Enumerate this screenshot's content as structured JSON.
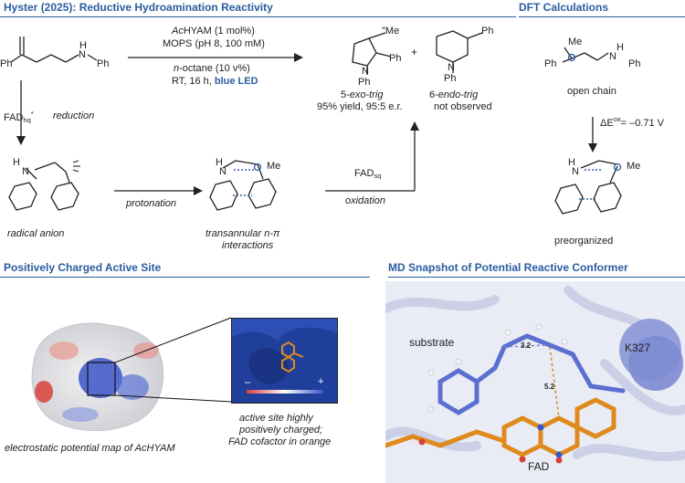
{
  "sections": {
    "hyster_title": "Hyster (2025): Reductive Hydroamination Reactivity",
    "dft_title": "DFT Calculations",
    "active_site_title": "Positively Charged Active Site",
    "md_title": "MD Snapshot of Potential Reactive Conformer"
  },
  "reaction": {
    "cond_line1_italic": "Ac",
    "cond_line1_rest": "HYAM (1 mol%)",
    "cond_line2": "MOPS (pH 8, 100 mM)",
    "cond_line3_italic": "n",
    "cond_line3_rest": "-octane (10 v%)",
    "cond_line4_plain": "RT, 16 h, ",
    "cond_line4_blue": "blue LED",
    "plus": "+",
    "product1_name_num": "5-",
    "product1_name_it": "exo-trig",
    "product1_yield": "95% yield, 95:5 e.r.",
    "product2_name_num": "6-",
    "product2_name_it": "endo-trig",
    "product2_status": "not observed"
  },
  "atoms": {
    "ph": "Ph",
    "n": "N",
    "h": "H",
    "me": "Me",
    "me_star": "\"Me"
  },
  "mechanism": {
    "fad_hq_main": "FAD",
    "fad_hq_sub": "hq",
    "fad_hq_star": "*",
    "reduction": "reduction",
    "radical_anion": "radical anion",
    "protonation": "protonation",
    "transannular_line1": "transannular n-π",
    "transannular_line2": "interactions",
    "fad_sq_main": "FAD",
    "fad_sq_sub": "sq",
    "oxidation": "oxidation"
  },
  "dft": {
    "open_chain": "open chain",
    "delta_e_prefix": "ΔE",
    "delta_e_sup": "ox",
    "delta_e_value": "= –0.71 V",
    "preorganized": "preorganized"
  },
  "active_site": {
    "map_caption": "electrostatic potential map of AcHYAM",
    "inset_caption_line1": "active site highly",
    "inset_caption_line2": "positively charged;",
    "inset_caption_line3": "FAD cofactor in orange",
    "scale_minus": "–",
    "scale_plus": "+"
  },
  "md": {
    "substrate": "substrate",
    "k327": "K327",
    "fad": "FAD",
    "dist1": "3.2",
    "dist2": "5.2"
  },
  "colors": {
    "accent_blue": "#2a5d9f",
    "fad_orange": "#e08a1e",
    "substrate_blue": "#5b6fd0",
    "negative_red": "#d8413a",
    "positive_blue": "#3a55c8"
  }
}
